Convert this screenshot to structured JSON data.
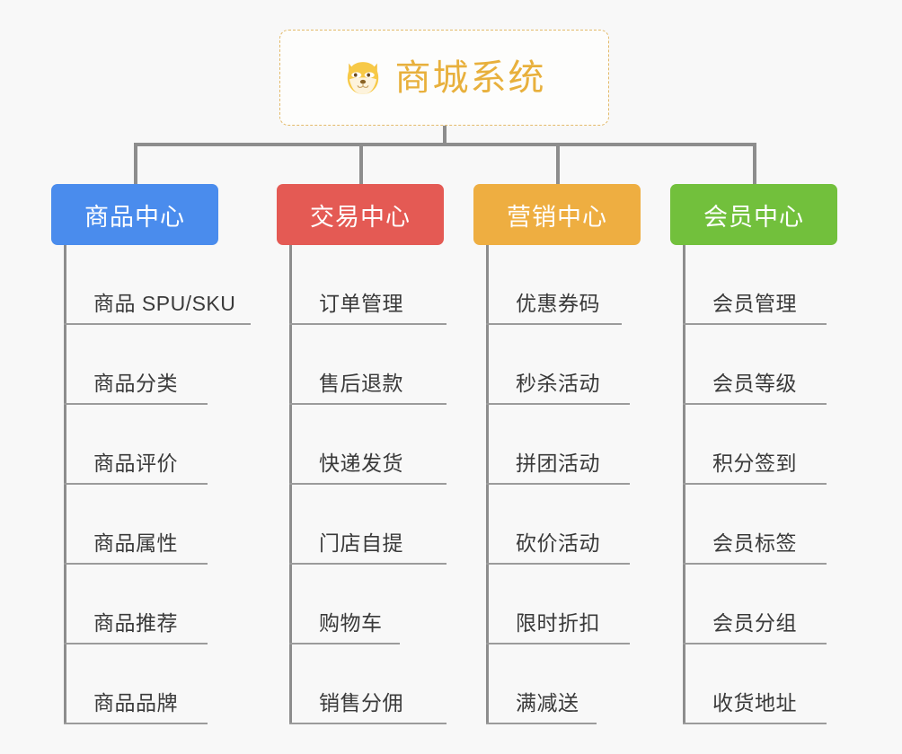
{
  "diagram": {
    "background_color": "#f8f8f8",
    "root": {
      "title": "商城系统",
      "icon": "dog-face-icon",
      "title_color": "#e8b03c",
      "border_color": "#e3ba6a"
    },
    "connector_color": "#8d8d8d",
    "branches": [
      {
        "label": "商品中心",
        "color": "#4a8ced",
        "items": [
          "商品 SPU/SKU",
          "商品分类",
          "商品评价",
          "商品属性",
          "商品推荐",
          "商品品牌"
        ]
      },
      {
        "label": "交易中心",
        "color": "#e45a54",
        "items": [
          "订单管理",
          "售后退款",
          "快递发货",
          "门店自提",
          "购物车",
          "销售分佣"
        ]
      },
      {
        "label": "营销中心",
        "color": "#eeae41",
        "items": [
          "优惠券码",
          "秒杀活动",
          "拼团活动",
          "砍价活动",
          "限时折扣",
          "满减送"
        ]
      },
      {
        "label": "会员中心",
        "color": "#72c03c",
        "items": [
          "会员管理",
          "会员等级",
          "积分签到",
          "会员标签",
          "会员分组",
          "收货地址"
        ]
      }
    ]
  }
}
